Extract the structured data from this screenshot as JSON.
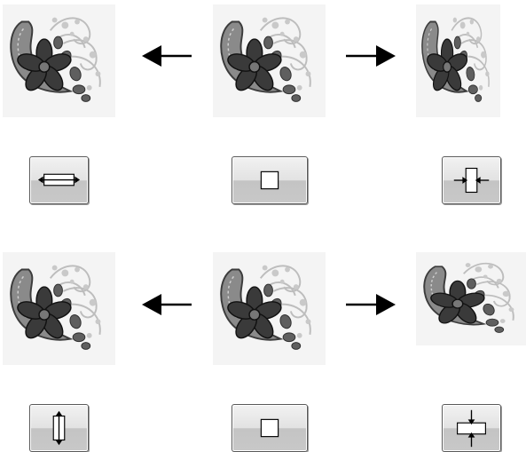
{
  "rows": [
    {
      "previews": [
        {
          "name": "reduced-preview",
          "icon": "embroidery-design-narrow-icon"
        },
        {
          "name": "original-preview",
          "icon": "embroidery-design-icon"
        },
        {
          "name": "enlarged-preview",
          "icon": "embroidery-design-wide-icon"
        }
      ],
      "arrows": [
        "arrow-left-icon",
        "arrow-right-icon"
      ],
      "buttons": [
        {
          "name": "stretch-horizontal-button",
          "icon": "stretch-horizontal-icon"
        },
        {
          "name": "reset-size-button",
          "icon": "square-icon"
        },
        {
          "name": "compress-horizontal-button",
          "icon": "compress-horizontal-icon"
        }
      ]
    },
    {
      "previews": [
        {
          "name": "stretched-vertical-preview",
          "icon": "embroidery-design-tall-icon"
        },
        {
          "name": "original-preview",
          "icon": "embroidery-design-icon"
        },
        {
          "name": "compressed-vertical-preview",
          "icon": "embroidery-design-short-icon"
        }
      ],
      "arrows": [
        "arrow-left-icon",
        "arrow-right-icon"
      ],
      "buttons": [
        {
          "name": "stretch-vertical-button",
          "icon": "stretch-vertical-icon"
        },
        {
          "name": "reset-size-button",
          "icon": "square-icon"
        },
        {
          "name": "compress-vertical-button",
          "icon": "compress-vertical-icon"
        }
      ]
    }
  ],
  "colors": {
    "tile_bg": "#f4f4f4",
    "arrow": "#000000",
    "button_border": "#5a5a5a"
  }
}
